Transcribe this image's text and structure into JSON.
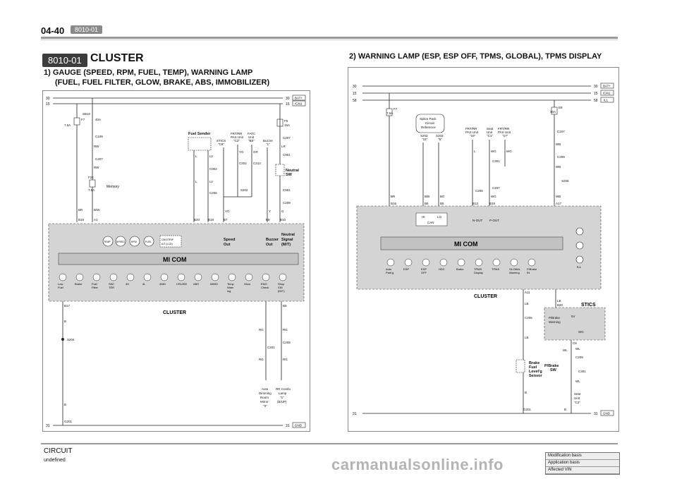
{
  "header": {
    "page_number": "04-40",
    "code_tag": "8010-01"
  },
  "section": {
    "tag": "8010-01",
    "title": "CLUSTER"
  },
  "diagram1": {
    "heading_line1": "1) GAUGE (SPEED, RPM, FUEL, TEMP), WARNING LAMP",
    "heading_line2": "(FUEL, FUEL FILTER, GLOW, BRAKE, ABS, IMMOBILIZER)",
    "rail_labels": [
      "30",
      "15",
      "31"
    ],
    "rail_tags": [
      "BAT+",
      "IGN1",
      "GND"
    ],
    "fuse_sb10": [
      "SB10",
      "40A"
    ],
    "fuse_f7": [
      "F7",
      "7.5A"
    ],
    "fuse_f24": [
      "F24",
      "7.5A"
    ],
    "fuse_f5": [
      "F5",
      "15A"
    ],
    "memory": "Memory",
    "fuel_sender": "Fuel Sender",
    "stics": [
      "STICS",
      "\"C6\""
    ],
    "frt_rr": [
      "FRT/RR",
      "PAS Unit",
      "\"C2\""
    ],
    "fatc": [
      "FATC",
      "Unit",
      "\"B5\""
    ],
    "buzzer": [
      "Buzzer",
      "\"1\""
    ],
    "neutral": [
      "Neutral",
      "SW"
    ],
    "connectors": [
      "C109",
      "C207",
      "C902",
      "C206",
      "C202",
      "S202",
      "C213",
      "C207",
      "C901",
      "C901",
      "C209",
      "S204",
      "C201",
      "C209"
    ],
    "wire_colors": [
      "RW",
      "RW",
      "BR",
      "B/W",
      "L",
      "LV",
      "L",
      "LV",
      "YG",
      "GR",
      "YG",
      "Y",
      "G",
      "LR",
      "B",
      "B",
      "RG",
      "RG",
      "RG",
      "RG"
    ],
    "pins_top": [
      "B16",
      "A1",
      "B20",
      "B18",
      "B7",
      "B8",
      "B10"
    ],
    "gauges": [
      "TEMP",
      "SPEED",
      "RPM",
      "FUEL",
      "ODO/TRIP\nA/T (LCD)"
    ],
    "mi_com": "MI COM",
    "speed_out": [
      "Speed",
      "Out"
    ],
    "buzzer_out": [
      "Buzzer",
      "Out"
    ],
    "neutral_signal": [
      "Neutral",
      "Signal",
      "(M/T)"
    ],
    "lamps": [
      "Low\nFuel",
      "Brake",
      "Fuel\nFilter",
      "SWI\nTER",
      "4H",
      "4L",
      "4WD",
      "CRUISE",
      "ABS",
      "IMMO",
      "Temp\nWarn\ning",
      "Glow",
      "ENG\nCheck",
      "Shup\nSIG\n(M/T)"
    ],
    "cluster": "CLUSTER",
    "pins_bottom": [
      "B17",
      "B9"
    ],
    "auto_dimming": [
      "Auto",
      "Dimming",
      "Room",
      "Mirror",
      "\"3\""
    ],
    "rr_combi": [
      "RR Combi",
      "Lamp",
      "\"1\"",
      "(B/UP)"
    ],
    "ground": "G201"
  },
  "diagram2": {
    "heading": "2) WARNING LAMP (ESP, ESP OFF, TPMS, GLOBAL), TPMS DISPLAY",
    "rail_labels": [
      "30",
      "15",
      "58",
      "31"
    ],
    "rail_tags": [
      "BAT+",
      "IGN1",
      "ILL",
      "GND"
    ],
    "fuse_f7": [
      "F7",
      "7.5A"
    ],
    "fuse_e8": [
      "E8",
      "10A"
    ],
    "splice": [
      "Splice Pack",
      "Circuit",
      "Reference"
    ],
    "s203a": [
      "S203",
      "\"15\""
    ],
    "s203b": [
      "S203",
      "\"5\""
    ],
    "frt_rr_a": [
      "FRT/RR",
      "PAS Unit",
      "\"16\""
    ],
    "seat_unit": [
      "Seat",
      "Unit",
      "\"C1\""
    ],
    "frt_rr_b": [
      "FRT/RR",
      "PAS Unit",
      "\"17\""
    ],
    "can": [
      "HI",
      "LO",
      "CAN"
    ],
    "n_out": "N-OUT",
    "p_out": "P-OUT",
    "mi_com": "MI COM",
    "pins_top": [
      "B16",
      "B6",
      "B5",
      "B13",
      "B19",
      "A17"
    ],
    "wire_colors": [
      "BR",
      "B/B",
      "BG",
      "L",
      "WG",
      "WG",
      "WG",
      "WB",
      "WB",
      "WB",
      "LB",
      "LB",
      "B",
      "WL",
      "WL",
      "B"
    ],
    "connectors": [
      "C206",
      "C301",
      "C207",
      "C107",
      "C209",
      "S205",
      "C206",
      "C209",
      "C301"
    ],
    "lamps": [
      "Auto\nPark'g",
      "ESP",
      "ESP\nOFF",
      "HDC",
      "Brake",
      "TPMS\nDisplay",
      "TPMS",
      "GLOBAL\nWarning",
      "P/Brake\nIN"
    ],
    "ill": "ILL",
    "cluster": "CLUSTER",
    "stics": "STICS",
    "p_brake_warning": [
      "P/Brake",
      "Warning"
    ],
    "brake_fuel": [
      "Brake",
      "Fuel",
      "Level'g",
      "Sensor"
    ],
    "p_brake_sw": [
      "P/Brake",
      "SW"
    ],
    "seat_unit_c2": [
      "Seat",
      "Unit",
      "\"C2\""
    ],
    "pins_misc": [
      "A11",
      "B20",
      "C8",
      "SIG",
      "5V"
    ],
    "ground": "G201"
  },
  "footer": {
    "circuit": "CIRCUIT",
    "undefined": "undefined",
    "mod_rows": [
      "Modification basis",
      "Application basis",
      "Affected VIN"
    ],
    "watermark": "carmanualsonline.info"
  }
}
